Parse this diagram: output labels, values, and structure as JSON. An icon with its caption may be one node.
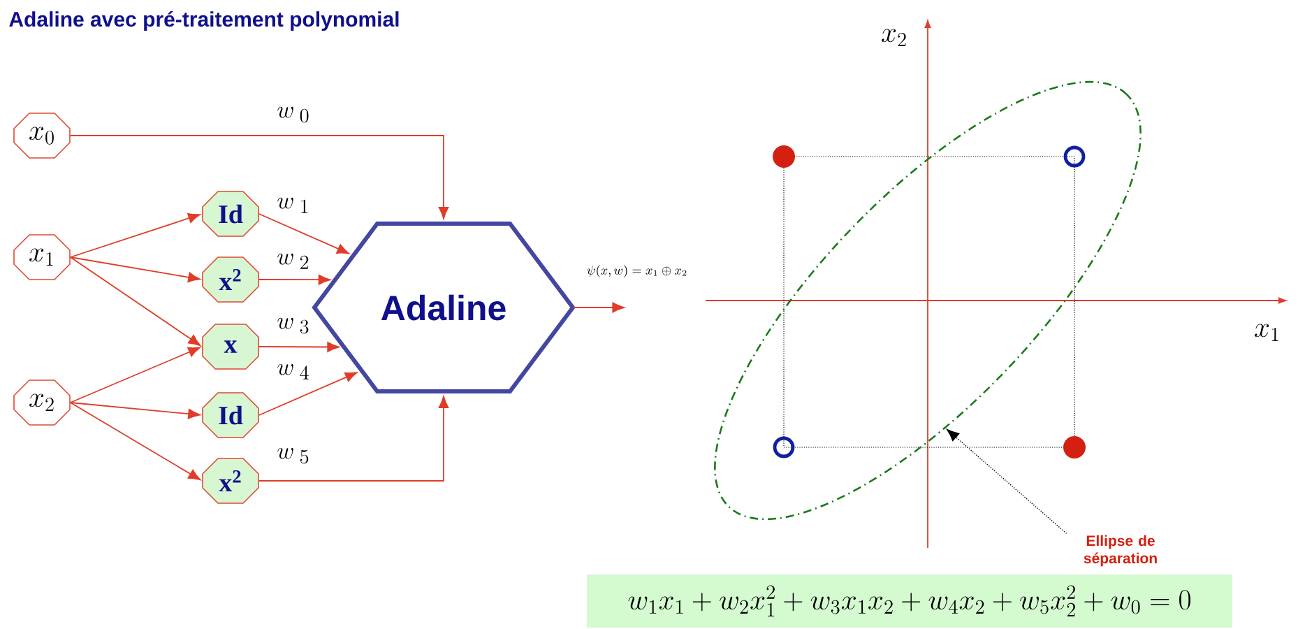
{
  "diagram": {
    "title": "Adaline avec pré-traitement polynomial",
    "nodes": [
      {
        "text": [
          "x_0"
        ]
      },
      {
        "text": [
          "x_1"
        ]
      },
      {
        "text": [
          "x_2"
        ]
      },
      {
        "text": [
          "Id"
        ]
      },
      {
        "text": [
          "x$^{2}$"
        ]
      },
      {
        "text": [
          "x"
        ]
      },
      {
        "text": [
          "Id"
        ]
      },
      {
        "text": [
          "x$^{2}$"
        ]
      },
      {
        "text": [
          "Adaline"
        ]
      },
      {
        "text": [
          "Ellipse de séparation"
        ]
      },
      {
        "text": [],
        "shape": "ellipse"
      },
      {
        "text": [
          "w_1x_1 + w_2x_1^2 + w_3x_1x_2 + w_4x_2 + w_5x_2^2 + w_0 = 0"
        ]
      }
    ],
    "edges": [
      {
        "from": 0,
        "to": 8,
        "arrow": "to",
        "label": "w_{\\;0}"
      },
      {
        "from": 1,
        "to": 3,
        "arrow": "to"
      },
      {
        "from": 1,
        "to": 4,
        "arrow": "to"
      },
      {
        "from": 1,
        "to": 5,
        "arrow": "to"
      },
      {
        "from": 2,
        "to": 5,
        "arrow": "to"
      },
      {
        "from": 2,
        "to": 6,
        "arrow": "to"
      },
      {
        "from": 2,
        "to": 7,
        "arrow": "to"
      },
      {
        "from": 3,
        "to": 8,
        "arrow": "to",
        "label": "w_{\\;1}"
      },
      {
        "from": 4,
        "to": 8,
        "arrow": "to",
        "label": "w_{\\;2}"
      },
      {
        "from": 5,
        "to": 8,
        "arrow": "to",
        "label": "w_{\\;3}"
      },
      {
        "from": 6,
        "to": 8,
        "arrow": "to",
        "label": "w_{\\;4}"
      },
      {
        "from": 7,
        "to": 8,
        "arrow": "to",
        "label": "w_{\\;5}"
      },
      {
        "from": 8,
        "to": null,
        "arrow": "to",
        "label": "\\psi(x,w) = x_1 \\oplus x_2"
      },
      {
        "from": 9,
        "to": 10,
        "arrow": "to",
        "style": "dashed",
        "color": "#000000"
      }
    ],
    "labels": [
      "x_{2}",
      "x_{1}"
    ]
  }
}
